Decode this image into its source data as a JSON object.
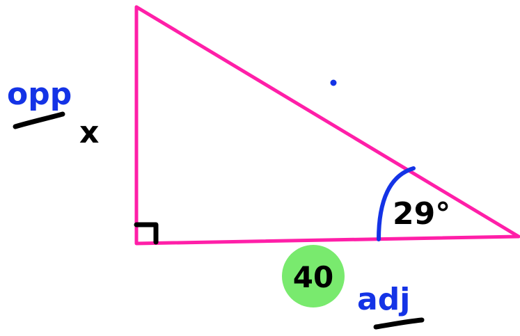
{
  "diagram": {
    "labels": {
      "opposite": "opp",
      "side_variable": "x",
      "angle": "29°",
      "adjacent_length": "40",
      "adjacent": "adj"
    },
    "colors": {
      "triangle": "#ff1fa8",
      "handwriting_blue": "#1433e6",
      "handwriting_black": "#000000",
      "highlight_green": "#79ea6e",
      "background": "#ffffff"
    }
  }
}
